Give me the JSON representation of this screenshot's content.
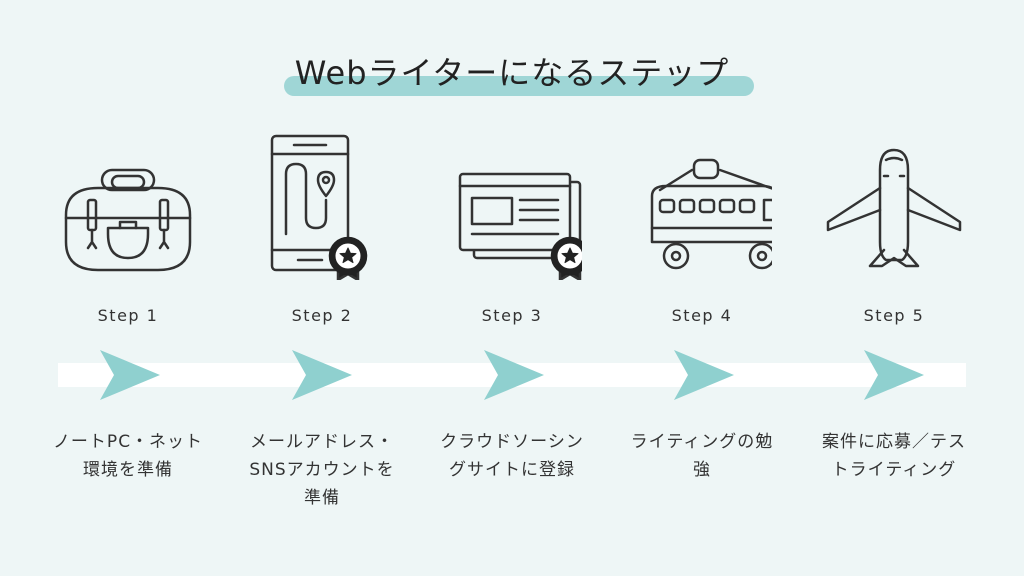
{
  "title": "Webライターになるステップ",
  "accent_color": "#9fd6d6",
  "arrow_color": "#8fd0cf",
  "steps": [
    {
      "label": "Step 1",
      "icon": "bag-icon",
      "desc": "ノートPC・ネット環境を準備"
    },
    {
      "label": "Step 2",
      "icon": "phone-map-badge-icon",
      "desc": "メールアドレス・SNSアカウントを準備"
    },
    {
      "label": "Step 3",
      "icon": "browser-badge-icon",
      "desc": "クラウドソーシングサイトに登録"
    },
    {
      "label": "Step 4",
      "icon": "bus-icon",
      "desc": "ライティングの勉強"
    },
    {
      "label": "Step 5",
      "icon": "airplane-icon",
      "desc": "案件に応募／テストライティング"
    }
  ]
}
